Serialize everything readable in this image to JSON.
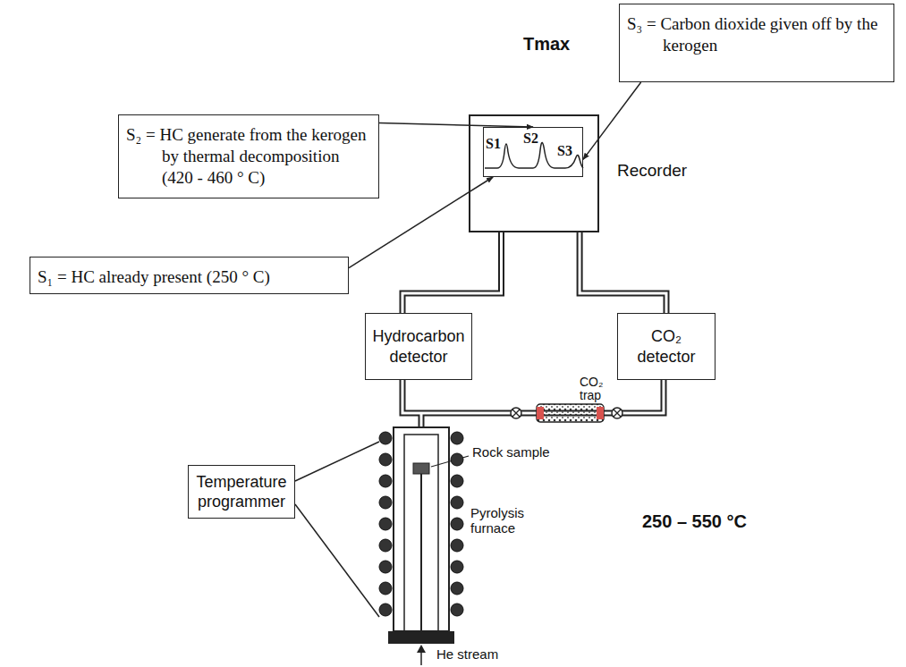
{
  "diagram": {
    "nodes": [
      {
        "text": [
          "S₃ = Carbon dioxide given off by the kerogen"
        ]
      },
      {
        "text": [
          "S₂ = HC generate from the kerogen by thermal decomposition (420 - 460 ° C)"
        ]
      },
      {
        "text": [
          "Recorder"
        ]
      },
      {
        "text": [
          "S1",
          "S2",
          "S3"
        ],
        "in": 2
      },
      {
        "text": [
          "S₁ = HC already present (250 ° C)"
        ]
      },
      {
        "text": [
          "Hydrocarbon detector"
        ]
      },
      {
        "text": [
          "CO₂ detector"
        ]
      },
      {
        "text": [
          "Temperature programmer"
        ]
      }
    ],
    "edges": [
      {
        "from": 0,
        "to": 3,
        "arrow": "to"
      },
      {
        "from": 1,
        "to": 3,
        "arrow": "to"
      },
      {
        "from": 4,
        "to": 3,
        "arrow": "to"
      },
      {
        "from": 5,
        "to": 2,
        "arrow": "none"
      },
      {
        "from": 6,
        "to": 2,
        "arrow": "none"
      }
    ],
    "labels": [
      "Tmax",
      "CO₂ trap",
      "Rock sample",
      "Pyrolysis furnace",
      "He stream",
      "250 – 550 °C"
    ]
  }
}
